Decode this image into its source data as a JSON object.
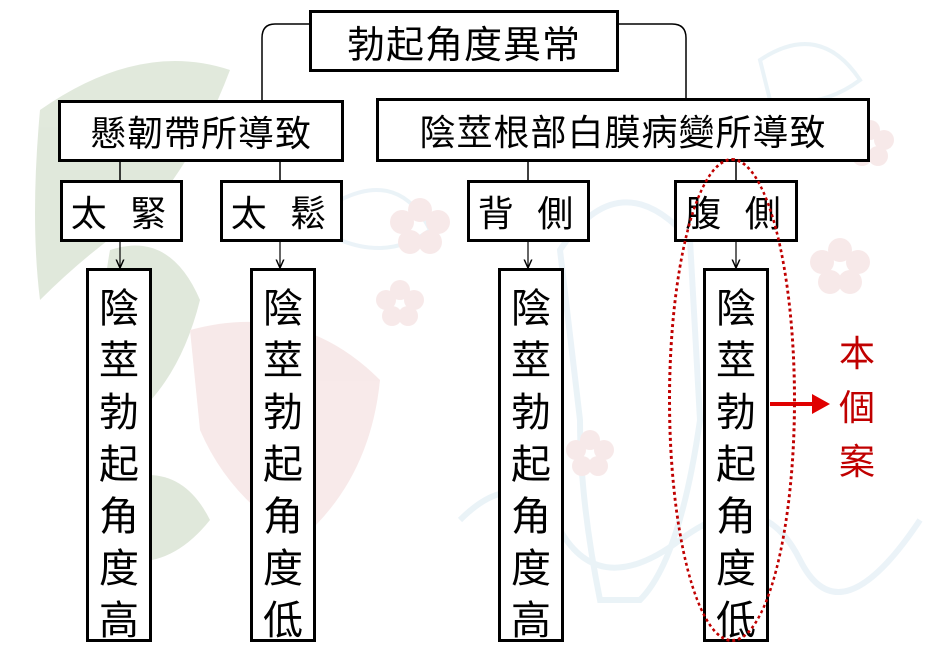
{
  "diagram": {
    "root": "勃起角度異常",
    "branches": [
      {
        "label": "懸韌帶所導致",
        "children": [
          {
            "label": "太 緊",
            "result": [
              "陰",
              "莖",
              "勃",
              "起",
              "角",
              "度",
              "高"
            ]
          },
          {
            "label": "太 鬆",
            "result": [
              "陰",
              "莖",
              "勃",
              "起",
              "角",
              "度",
              "低"
            ]
          }
        ]
      },
      {
        "label": "陰莖根部白膜病變所導致",
        "children": [
          {
            "label": "背 側",
            "result": [
              "陰",
              "莖",
              "勃",
              "起",
              "角",
              "度",
              "高"
            ]
          },
          {
            "label": "腹 側",
            "result": [
              "陰",
              "莖",
              "勃",
              "起",
              "角",
              "度",
              "低"
            ]
          }
        ]
      }
    ],
    "callout": [
      "本",
      "個",
      "案"
    ]
  },
  "colors": {
    "box_border": "#000000",
    "highlight": "#c00000",
    "arrow": "#e00000",
    "watermark_green": "#9bb58a",
    "watermark_pink": "#e8b8b8",
    "watermark_blue": "#bcd8e8"
  }
}
